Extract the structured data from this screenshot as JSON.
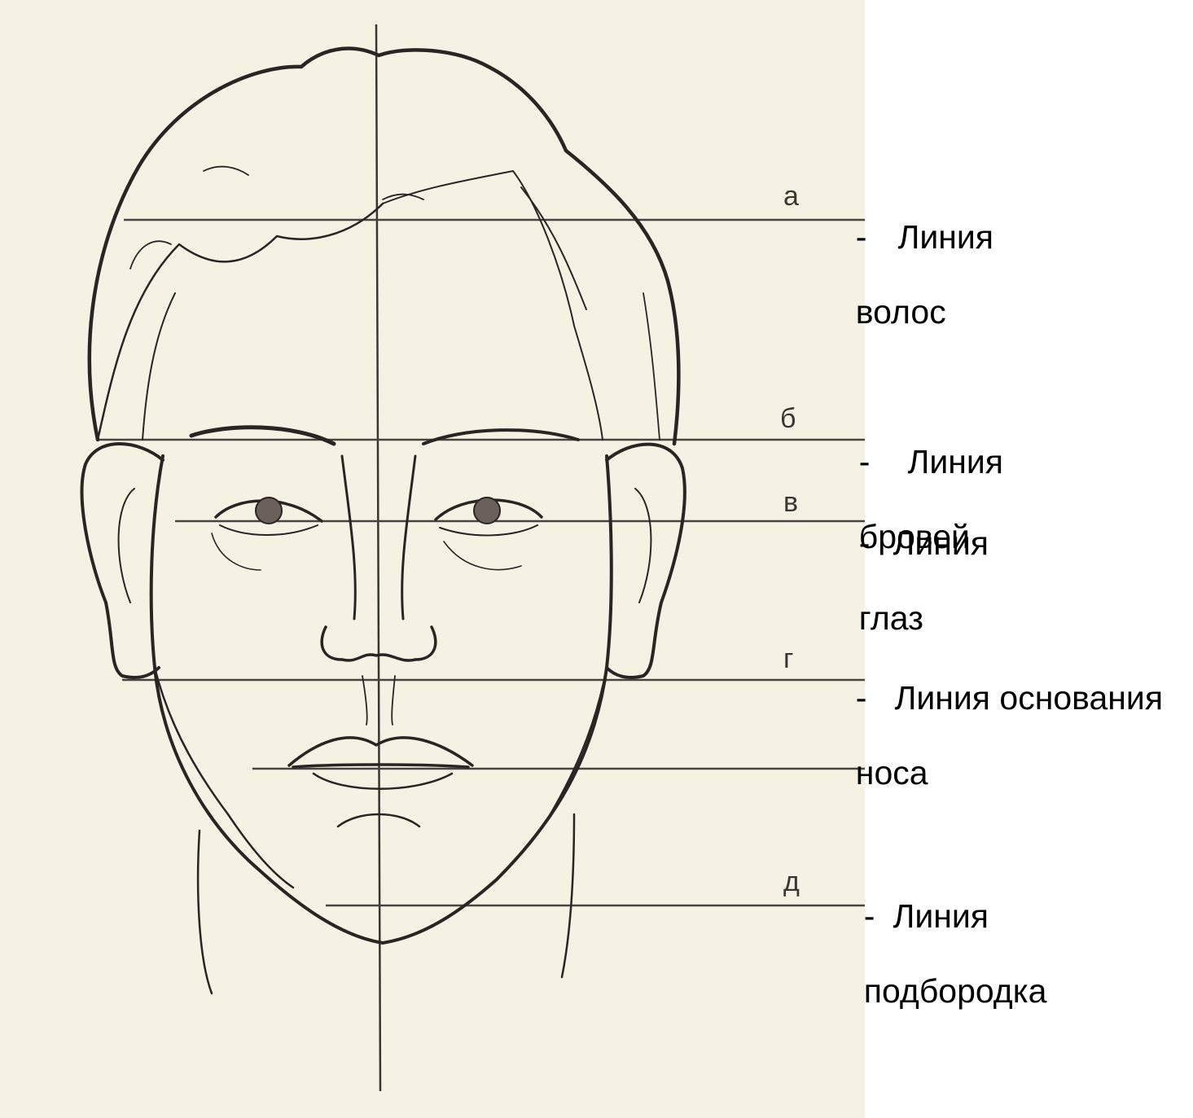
{
  "colors": {
    "paper": "#f6f2e3",
    "page": "#ffffff",
    "ink": "#2a2522",
    "guide_line": "#4a4440",
    "caption_text": "#000000"
  },
  "labels": [
    {
      "letter": "а",
      "dash": "-",
      "text_line1": "Линия",
      "text_line2": "волос"
    },
    {
      "letter": "б",
      "dash": "-",
      "text_line1": "Линия",
      "text_line2": "бровей"
    },
    {
      "letter": "в",
      "dash": "-",
      "text_line1": "Линия",
      "text_line2": "глаз"
    },
    {
      "letter": "г",
      "dash": "-",
      "text_line1": "Линия основания",
      "text_line2": "носа"
    },
    {
      "letter": "д",
      "dash": "-",
      "text_line1": "Линия",
      "text_line2": "подбородка"
    }
  ]
}
